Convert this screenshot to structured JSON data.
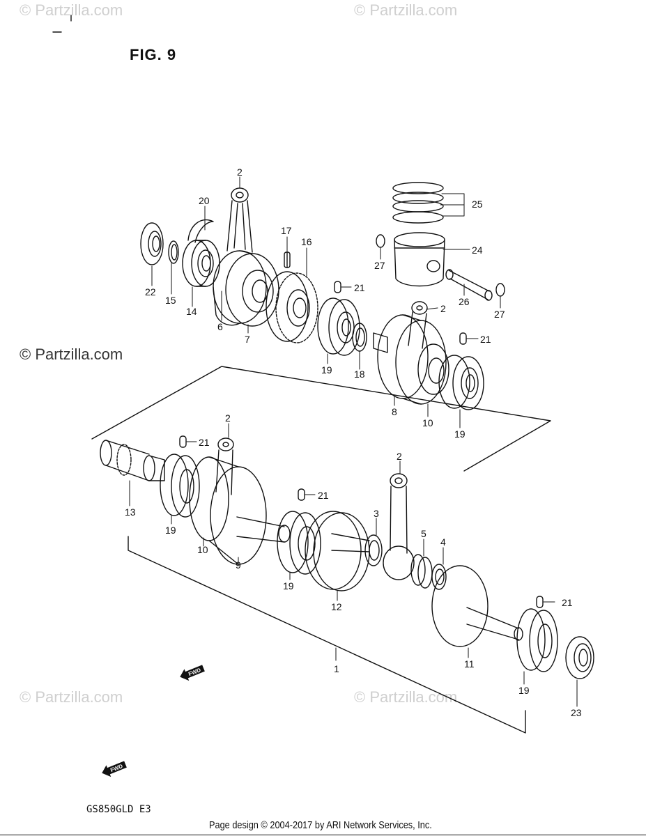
{
  "figure_title": "FIG. 9",
  "model_code": "GS850GLD E3",
  "footer": "Page design © 2004-2017 by ARI Network Services, Inc.",
  "watermarks": {
    "top_left": "© Partzilla.com",
    "top_right": "© Partzilla.com",
    "mid_left": "© Partzilla.com",
    "bottom_left": "© Partzilla.com",
    "bottom_right": "© Partzilla.com"
  },
  "fwd_label": "FWD",
  "callouts": {
    "c1": "1",
    "c2a": "2",
    "c2b": "2",
    "c2c": "2",
    "c2d": "2",
    "c3": "3",
    "c4": "4",
    "c5": "5",
    "c6": "6",
    "c7": "7",
    "c8": "8",
    "c9": "9",
    "c10a": "10",
    "c10b": "10",
    "c11": "11",
    "c12": "12",
    "c13": "13",
    "c14": "14",
    "c15": "15",
    "c16": "16",
    "c17": "17",
    "c18": "18",
    "c19a": "19",
    "c19b": "19",
    "c19c": "19",
    "c19d": "19",
    "c19e": "19",
    "c20": "20",
    "c21a": "21",
    "c21b": "21",
    "c21c": "21",
    "c21d": "21",
    "c21e": "21",
    "c22": "22",
    "c23": "23",
    "c24": "24",
    "c25": "25",
    "c26": "26",
    "c27a": "27",
    "c27b": "27"
  }
}
